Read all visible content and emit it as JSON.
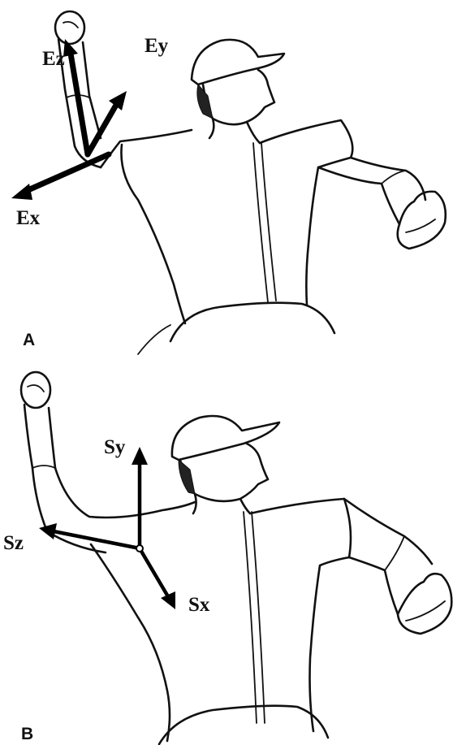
{
  "panel_a": {
    "label": "A",
    "axes": {
      "ez": "Ez",
      "ey": "Ey",
      "ex": "Ex"
    }
  },
  "panel_b": {
    "label": "B",
    "axes": {
      "sy": "Sy",
      "sz": "Sz",
      "sx": "Sx"
    }
  }
}
